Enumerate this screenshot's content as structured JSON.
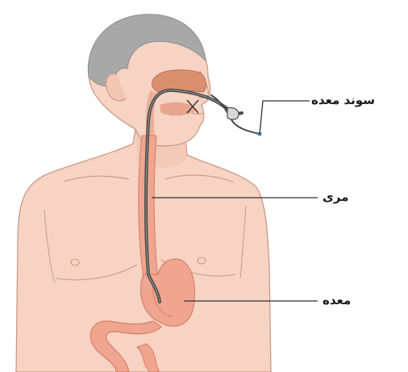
{
  "diagram": {
    "labels": {
      "tube": "سوند معده",
      "esophagus": "مری",
      "stomach": "معده"
    },
    "colors": {
      "skin": "#f7d3c3",
      "skin_shadow": "#eab9a4",
      "outline": "#c89a88",
      "hair": "#a8a8a8",
      "hair_dark": "#8e8e8e",
      "nasal_cavity": "#d98f6e",
      "organ": "#efa58f",
      "organ_dark": "#d77f67",
      "tube": "#4a4a4a",
      "tube_tip": "#3a7fc4",
      "leader_line": "#333333"
    }
  }
}
